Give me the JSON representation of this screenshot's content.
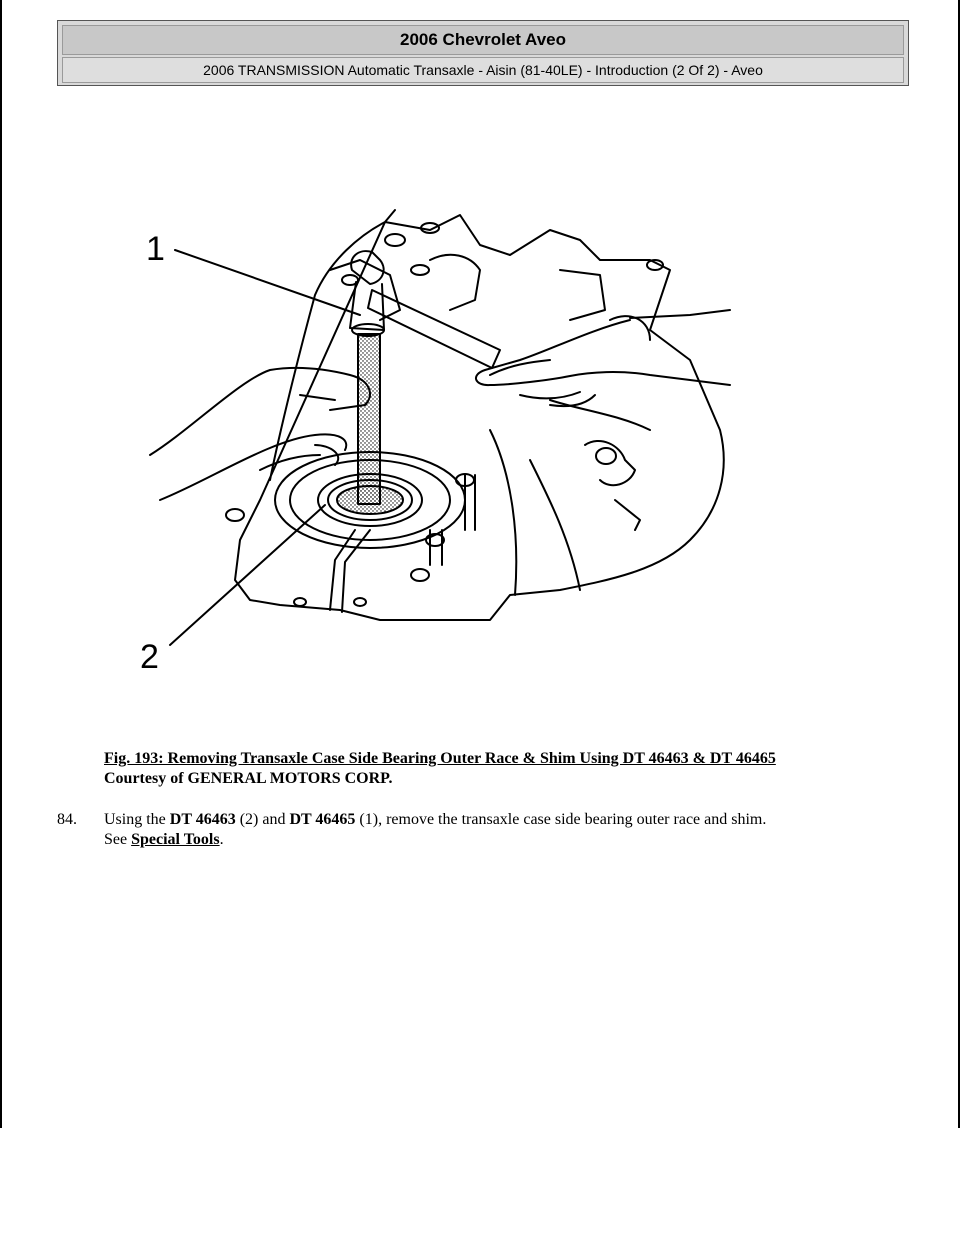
{
  "header": {
    "title": "2006 Chevrolet Aveo",
    "subtitle": "2006 TRANSMISSION Automatic Transaxle - Aisin (81-40LE) - Introduction (2 Of 2) - Aveo"
  },
  "figure": {
    "callouts": [
      "1",
      "2"
    ]
  },
  "caption": {
    "title": "Fig. 193: Removing Transaxle Case Side Bearing Outer Race & Shim Using DT 46463 & DT 46465",
    "courtesy": "Courtesy of GENERAL MOTORS CORP."
  },
  "step": {
    "number": "84.",
    "t1": "Using the ",
    "tool_a": "DT 46463",
    "t2": " (2) and ",
    "tool_b": "DT 46465",
    "t3": " (1), remove the transaxle case side bearing outer race and shim.",
    "t4": "See ",
    "link": "Special Tools",
    "t5": "."
  }
}
